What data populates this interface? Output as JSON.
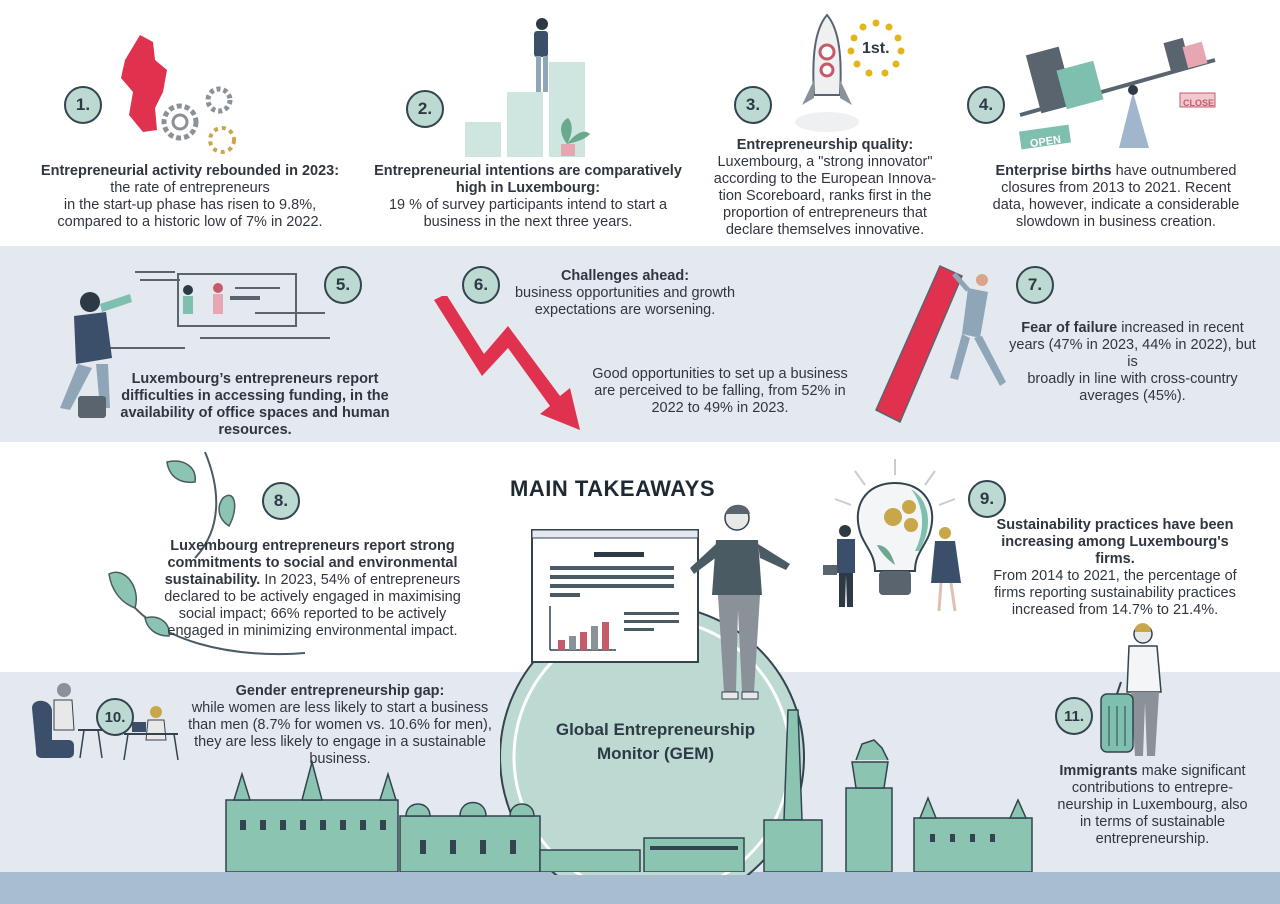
{
  "main_title": "MAIN TAKEAWAYS",
  "gem_label_line1": "Global Entrepreneurship",
  "gem_label_line2": "Monitor (GEM)",
  "colors": {
    "band": "#e4e9f0",
    "teal": "#bcd9d2",
    "accent": "#e0314e",
    "dark": "#33434f",
    "ground": "#a9bdd1"
  },
  "items": [
    {
      "number": "1.",
      "heading": "Entrepreneurial activity rebounded in 2023:",
      "lines": [
        "the rate of entrepreneurs",
        "in the start-up phase has risen to 9.8%,",
        "compared to a historic low of 7% in 2022."
      ]
    },
    {
      "number": "2.",
      "heading_lines": [
        "Entrepreneurial intentions are comparatively",
        "high in Luxembourg:"
      ],
      "lines": [
        "19 % of survey participants intend to start a",
        "business in the next three years."
      ]
    },
    {
      "number": "3.",
      "heading": "Entrepreneurship quality:",
      "lines": [
        "Luxembourg, a \"strong innovator\"",
        "according to the European Innova-",
        "tion Scoreboard, ranks first in the",
        "proportion of entrepreneurs that",
        "declare themselves innovative."
      ],
      "rank_label": "1st."
    },
    {
      "number": "4.",
      "heading": "Enterprise births",
      "lines": [
        "have outnumbered",
        "closures from 2013 to 2021. Recent",
        "data, however, indicate a considerable",
        "slowdown in business creation."
      ],
      "open_sign": "OPEN",
      "close_sign": "CLOSE"
    },
    {
      "number": "5.",
      "lines": [
        "Luxembourg’s entrepreneurs report",
        "difficulties in accessing funding, in the",
        "availability of office spaces and human",
        "resources."
      ]
    },
    {
      "number": "6.",
      "heading": "Challenges ahead:",
      "lines": [
        "business opportunities and growth",
        "expectations are worsening."
      ],
      "detail_lines": [
        "Good opportunities to set up a business",
        "are perceived to be falling, from 52% in",
        "2022 to 49% in 2023."
      ]
    },
    {
      "number": "7.",
      "heading": "Fear of failure",
      "lines": [
        "increased in recent",
        "years (47% in 2023, 44% in 2022), but is",
        "broadly in line with cross-country",
        "averages (45%)."
      ]
    },
    {
      "number": "8.",
      "heading_lines": [
        "Luxembourg entrepreneurs report strong",
        "commitments to social and environmental",
        "sustainability."
      ],
      "first_line_rest": "In 2023, 54% of entrepreneurs",
      "lines": [
        "declared to be actively engaged in maximising",
        "social impact; 66% reported to be actively",
        "engaged in minimizing environmental impact."
      ]
    },
    {
      "number": "9.",
      "heading_lines": [
        "Sustainability practices have been",
        "increasing among Luxembourg's firms."
      ],
      "lines": [
        "From 2014 to 2021, the percentage of",
        "firms reporting sustainability practices",
        "increased from 14.7% to 21.4%."
      ]
    },
    {
      "number": "10.",
      "heading": "Gender entrepreneurship gap:",
      "lines": [
        "while women are less likely to start a business",
        "than men (8.7% for women vs. 10.6% for men),",
        "they are less likely to engage in a sustainable",
        "business."
      ]
    },
    {
      "number": "11.",
      "heading": "Immigrants",
      "lines": [
        "make significant",
        "contributions to entrepre-",
        "neurship in Luxembourg, also",
        "in terms of sustainable",
        "entrepreneurship."
      ]
    }
  ]
}
